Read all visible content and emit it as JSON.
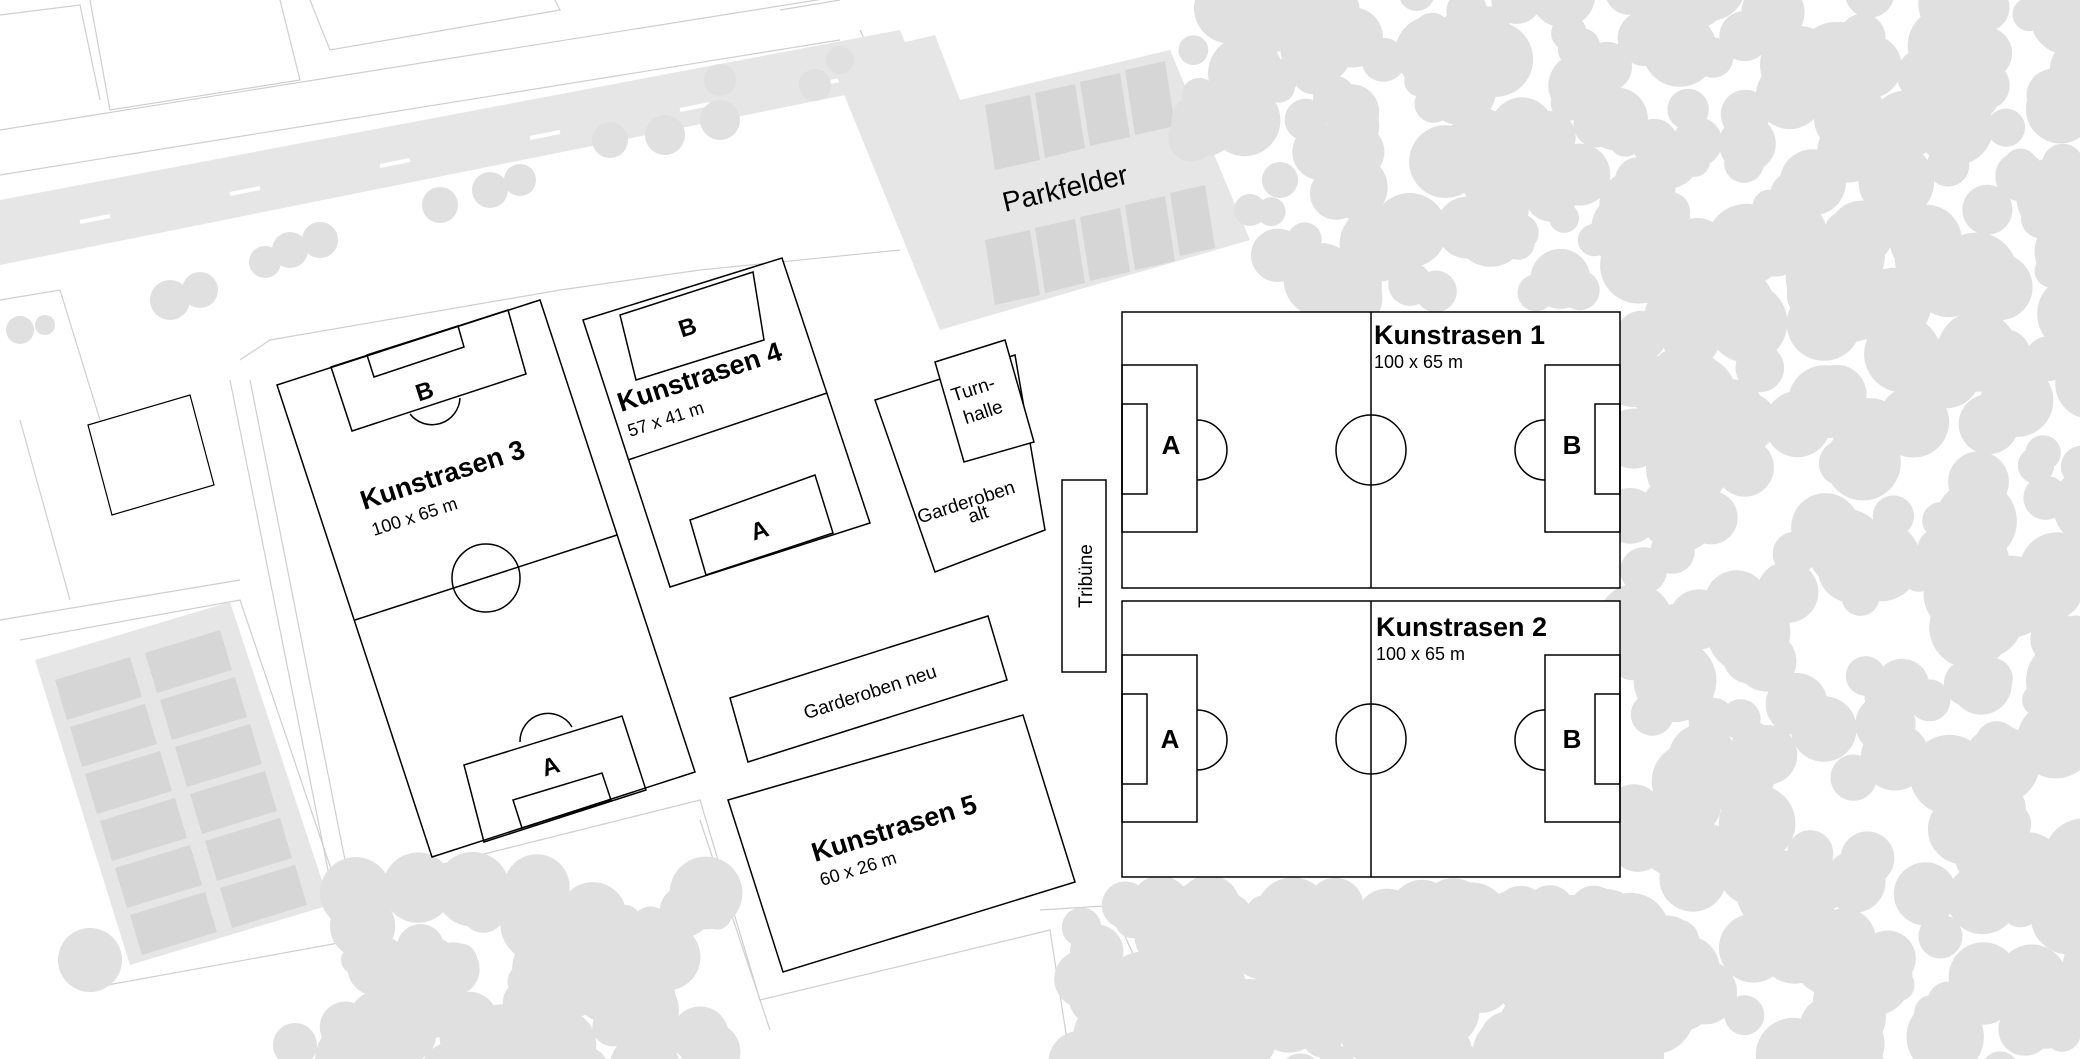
{
  "map": {
    "parking_label": "Parkfelder",
    "fields": [
      {
        "name": "Kunstrasen 1",
        "size": "100 x 65 m",
        "halves": [
          "A",
          "B"
        ]
      },
      {
        "name": "Kunstrasen 2",
        "size": "100 x 65 m",
        "halves": [
          "A",
          "B"
        ]
      },
      {
        "name": "Kunstrasen 3",
        "size": "100 x 65 m",
        "halves": [
          "B",
          "A"
        ]
      },
      {
        "name": "Kunstrasen 4",
        "size": "57 x 41 m",
        "halves": [
          "B",
          "A"
        ]
      },
      {
        "name": "Kunstrasen 5",
        "size": "60 x 26 m"
      }
    ],
    "buildings": {
      "gym_line1": "Turn-",
      "gym_line2": "halle",
      "old_changing_line1": "Garderoben",
      "old_changing_line2": "alt",
      "new_changing": "Garderoben neu",
      "stand": "Tribüne"
    }
  }
}
